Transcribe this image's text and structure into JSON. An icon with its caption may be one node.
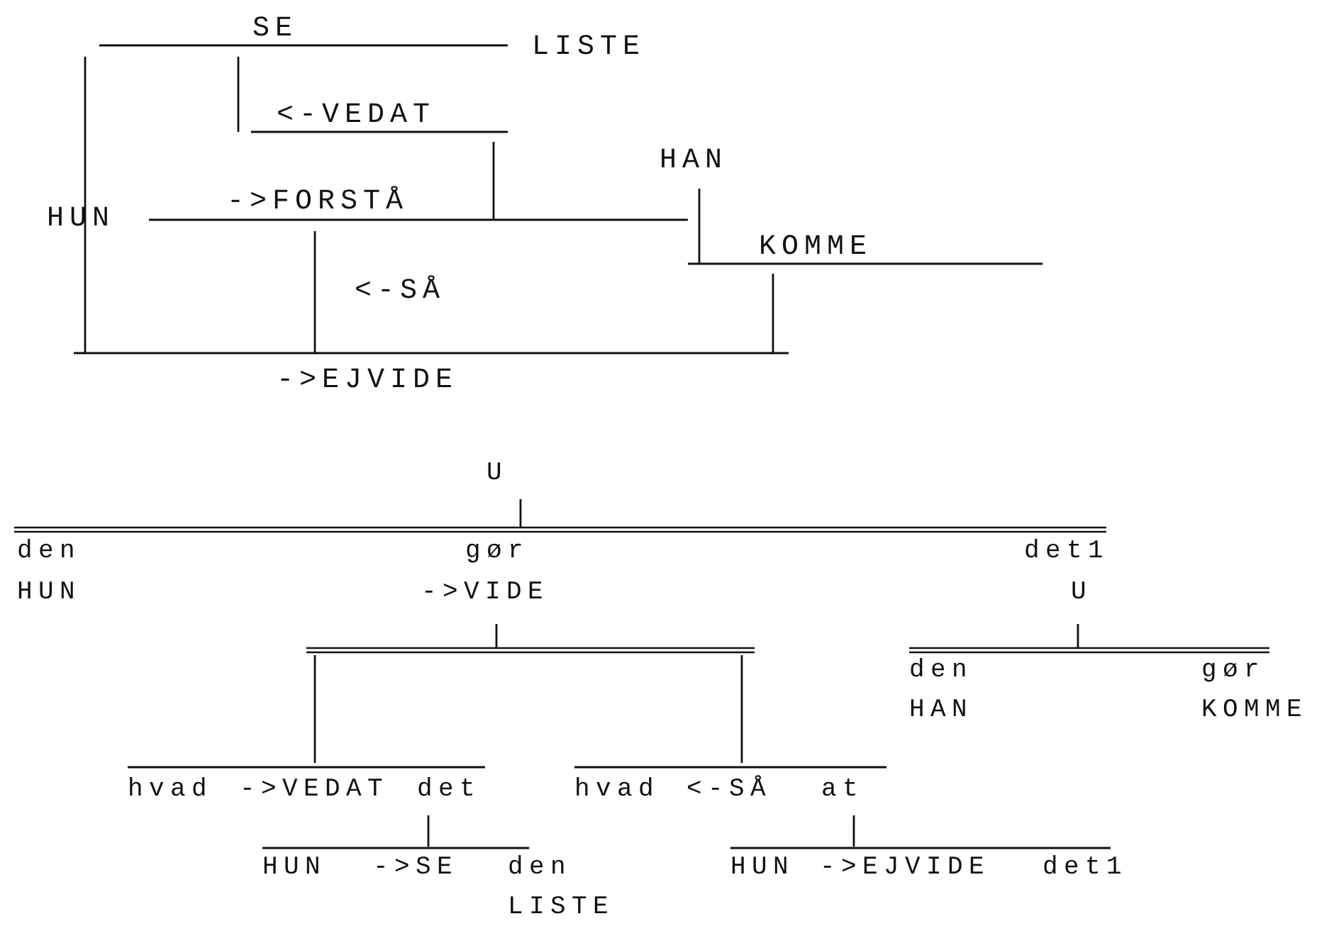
{
  "diagram": {
    "labels": [
      "SE",
      "LISTE",
      "<-VEDAT",
      "HAN",
      "->FORSTÅ",
      "HUN",
      "KOMME",
      "<-SÅ",
      "->EJVIDE",
      "U",
      "den",
      "gør",
      "det1",
      "HUN",
      "->VIDE",
      "U",
      "den",
      "gør",
      "HAN",
      "KOMME",
      "hvad",
      "->VEDAT",
      "det",
      "hvad",
      "<-SÅ",
      "at",
      "HUN",
      "->SE",
      "den",
      "HUN",
      "->EJVIDE",
      "det1",
      "LISTE"
    ]
  }
}
